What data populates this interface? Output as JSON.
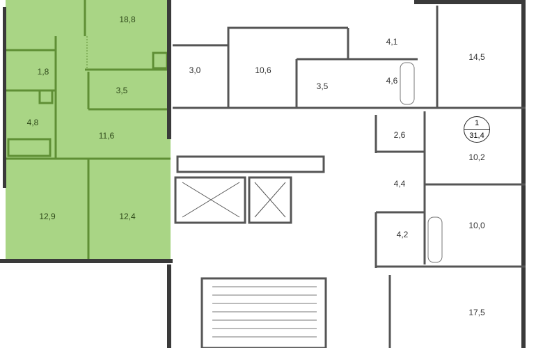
{
  "highlight_color": "#a9d585",
  "highlight_wall_color": "#5f8f35",
  "wall_color": "#3a3a3a",
  "selected_apartment": {
    "rooms": [
      "18,8",
      "1,8",
      "3,5",
      "4,8",
      "11,6",
      "12,9",
      "12,4"
    ]
  },
  "other_rooms": [
    "3,0",
    "10,6",
    "3,5",
    "4,1",
    "4,6",
    "14,5",
    "2,6",
    "4,4",
    "4,2",
    "10,2",
    "10,0",
    "17,5"
  ],
  "apartment_badge": {
    "number": "1",
    "area": "31,4"
  }
}
